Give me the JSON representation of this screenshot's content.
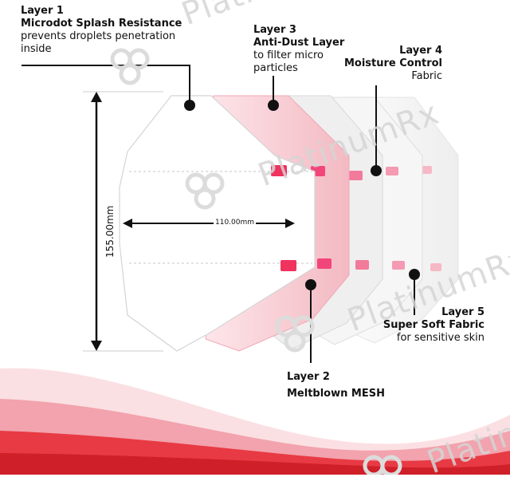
{
  "layers": [
    {
      "title": "Layer 1",
      "name": "Microdot Splash Resistance",
      "desc": [
        "prevents droplets penetration",
        "inside"
      ]
    },
    {
      "title": "Layer 2",
      "name": "Meltblown MESH",
      "desc": []
    },
    {
      "title": "Layer 3",
      "name": "Anti-Dust Layer",
      "desc": [
        "to filter micro",
        "particles"
      ]
    },
    {
      "title": "Layer 4",
      "name": "Moisture Control",
      "desc": [
        "Fabric"
      ]
    },
    {
      "title": "Layer 5",
      "name": "Super Soft Fabric",
      "desc": [
        "for sensitive skin"
      ]
    }
  ],
  "dimensions": {
    "height": "155.00mm",
    "width": "110.00mm"
  },
  "watermark": "PlatinumRx",
  "colors": {
    "accent_red": "#e2232a",
    "tab_pink": "#f2467a",
    "layer2_pink": "#f7c9cf"
  }
}
